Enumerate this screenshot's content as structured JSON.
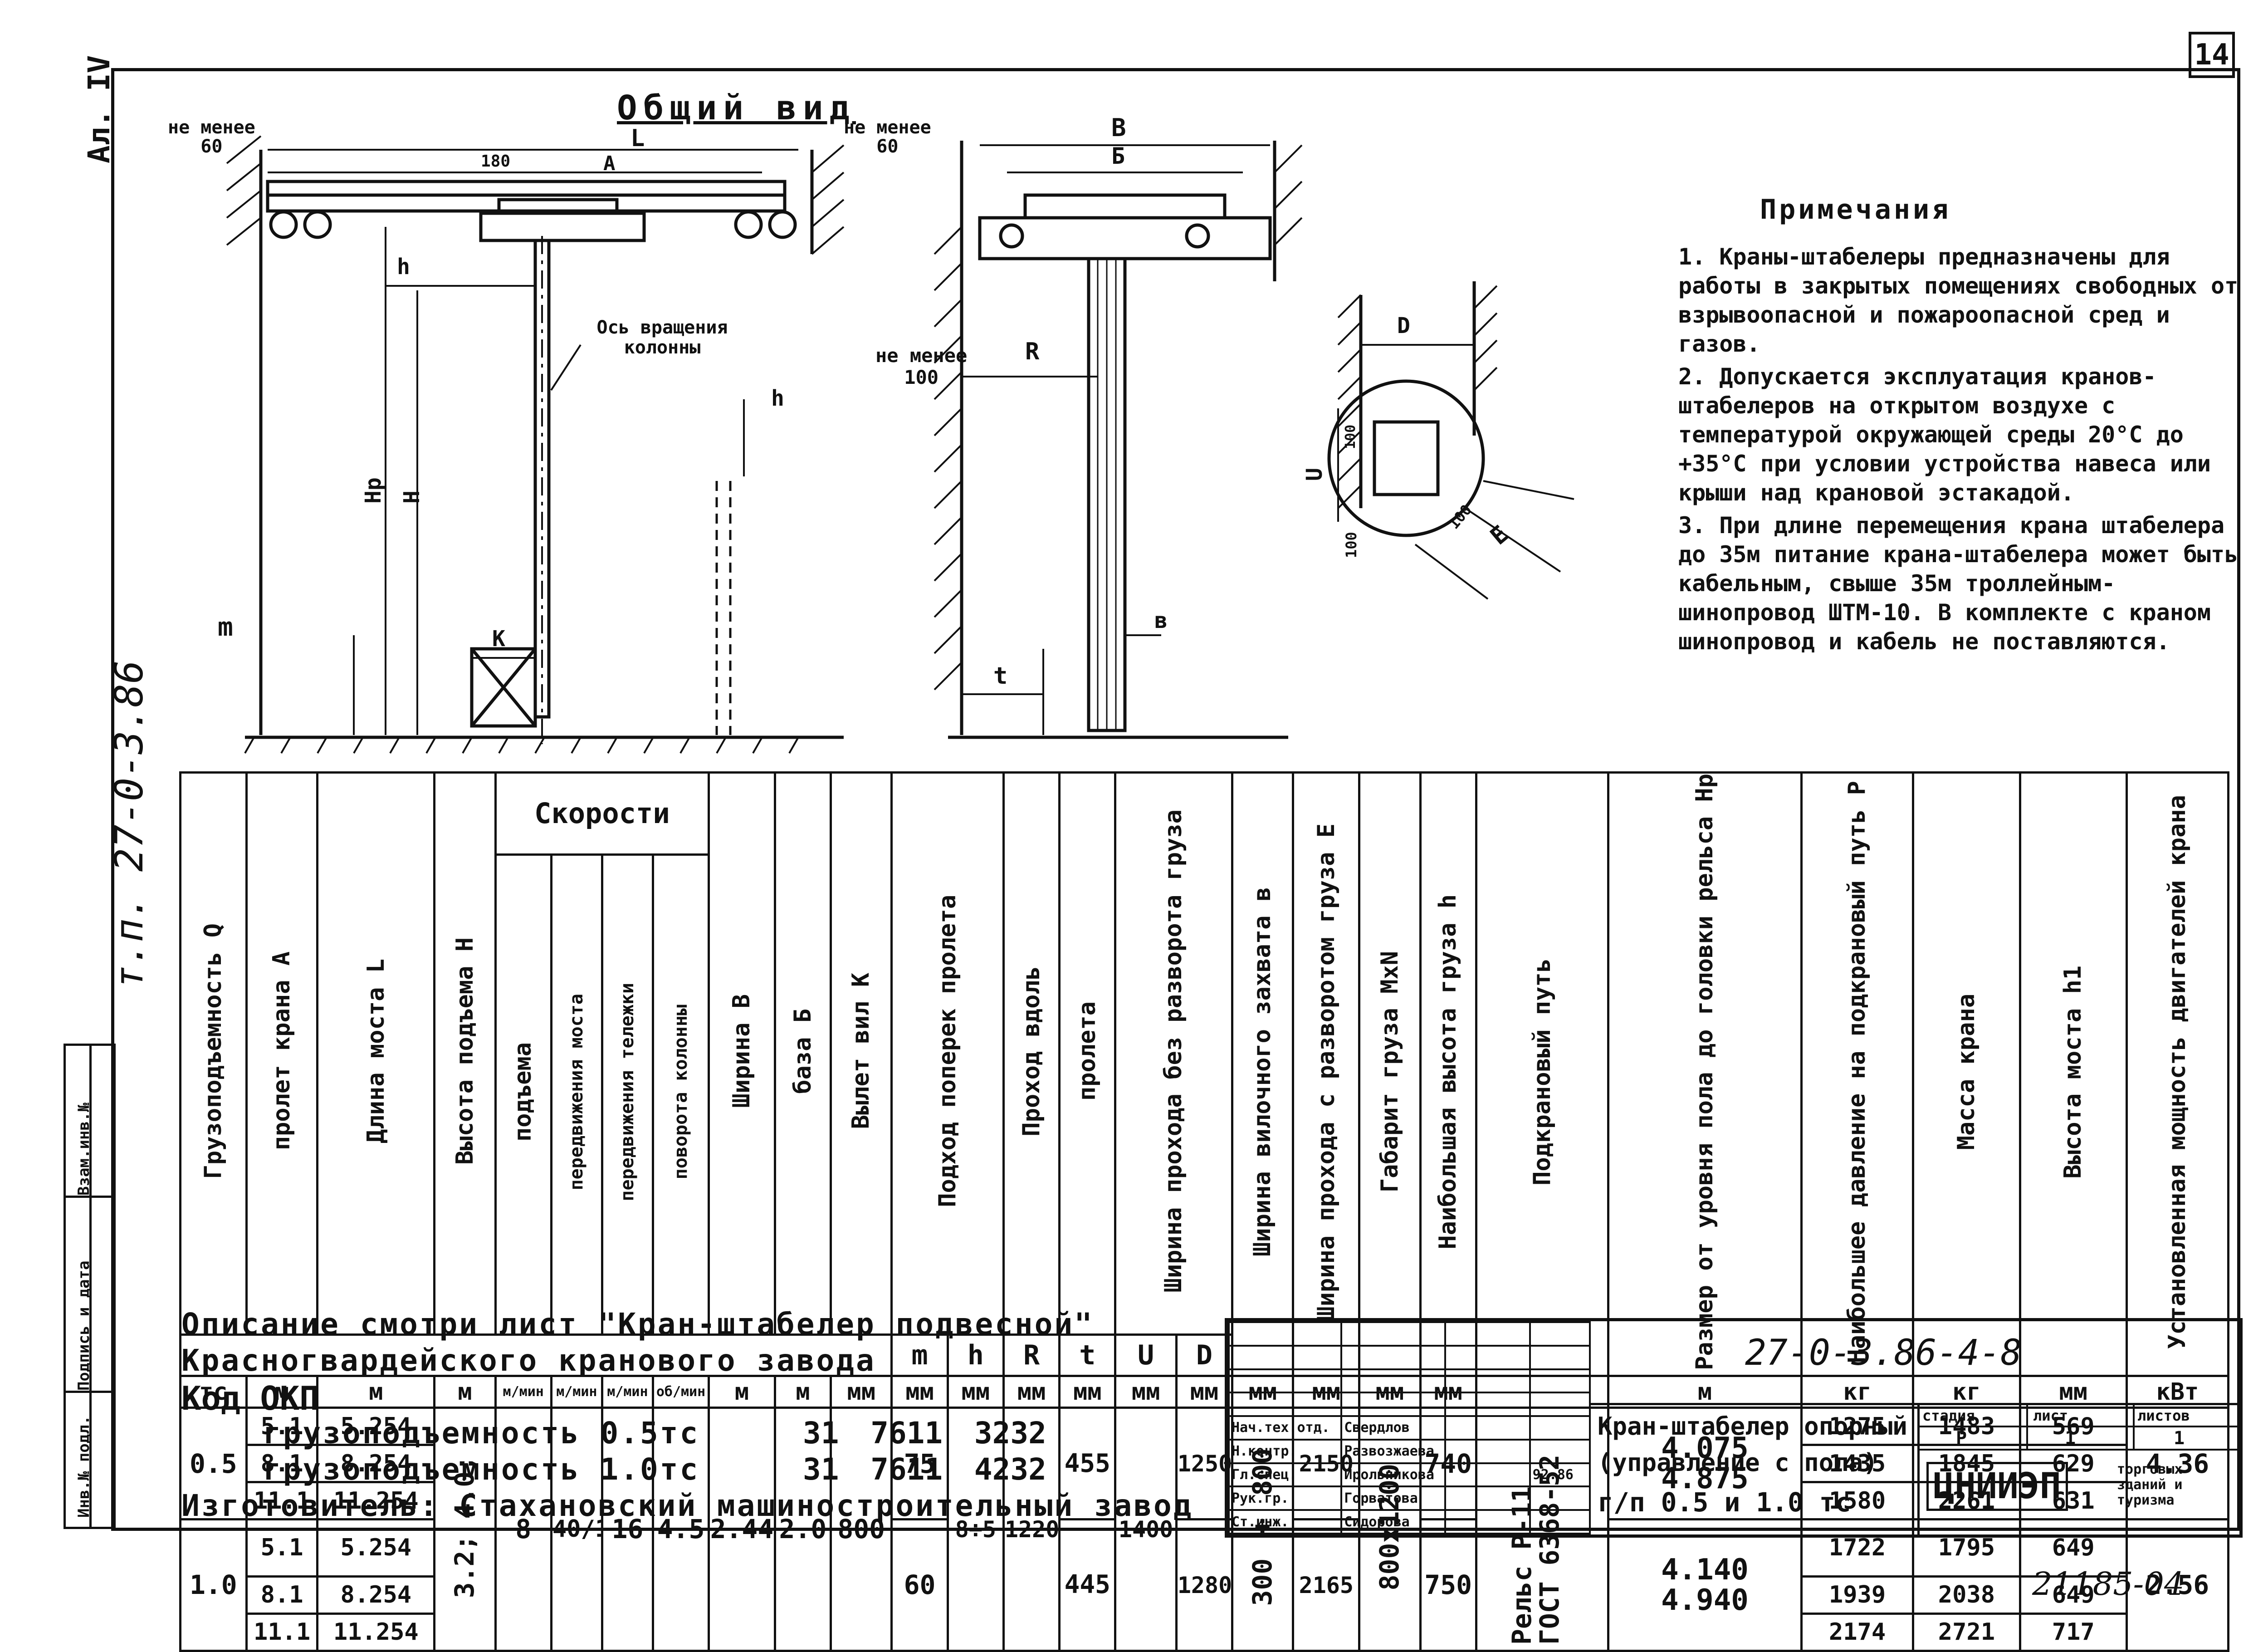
{
  "sheet": {
    "page_number": "14",
    "album": "Ал. IV",
    "side_code": "т.п. 27-0-3.86",
    "bottom_archive_no": "21185-04"
  },
  "drawing": {
    "title": "Общий вид",
    "labels": {
      "not_less_left": "не менее",
      "not_less_left_val": "60",
      "not_less_right": "не менее",
      "not_less_right_val": "60",
      "dim_180": "180",
      "dim_L": "L",
      "dim_A": "A",
      "axis_label": "Ось вращения колонны",
      "hp": "Hр",
      "h_cap": "H",
      "h_small": "h",
      "h_bridge": "h",
      "m": "m",
      "k": "K",
      "not_less_mid": "не менее",
      "not_less_mid_val": "100",
      "R": "R",
      "B_top": "B",
      "B_sub": "Б",
      "t": "t",
      "b_small": "в",
      "D": "D",
      "U": "U",
      "E": "E",
      "d100a": "100",
      "d100b": "100",
      "d100c": "100"
    }
  },
  "notes": {
    "title": "Примечания",
    "items": [
      "1. Краны-штабелеры предназначены для работы в закрытых помещениях свободных от взрывоопасной и пожароопасной сред и газов.",
      "2. Допускается эксплуатация кранов-штабелеров на открытом воздухе с температурой окружающей среды 20°С до +35°С при условии устройства навеса или крыши над крановой эстакадой.",
      "3. При длине перемещения крана штабелера до 35м питание крана-штабелера может быть кабельным, свыше 35м троллейным-шинопровод ШТМ-10. В комплекте с краном шинопровод и кабель не поставляются."
    ]
  },
  "table": {
    "headers": {
      "capacity": "Грузоподъемность Q",
      "span": "пролет крана A",
      "bridge_len": "Длина моста L",
      "lift_height": "Высота подъема H",
      "speeds": "Скорости",
      "sp_lift": "подъема",
      "sp_bridge": "передвижения моста",
      "sp_trolley": "передвижения тележки",
      "sp_rotate": "поворота колонны",
      "width_B": "Ширина B",
      "base_B": "база Б",
      "reach_K": "Вылет вил K",
      "approach": "Подход поперек пролета",
      "approach_m": "m",
      "approach_h": "h",
      "along": "Проход вдоль",
      "along_r": "R",
      "span_pass": "пролета",
      "span_t": "t",
      "passage": "Ширина прохода без разворота груза",
      "passage_u": "U",
      "passage_d": "D",
      "fork": "Ширина вилочного захвата в",
      "pass_turn": "Ширина прохода с разворотом груза E",
      "load_dim": "Габарит груза МxN",
      "max_height": "Наибольшая высота груза h",
      "rail": "Подкрановый путь",
      "floor_rail": "Размер от уровня пола до головки рельса Hр",
      "wheel": "Наибольшее давление на подкрановый путь P",
      "mass": "Масса крана",
      "bridge_h": "Высота моста h1",
      "power": "Установленная мощность двигателей крана"
    },
    "units": {
      "capacity": "тс",
      "span": "м",
      "bridge_len": "м",
      "lift_height": "м",
      "sp_lift": "м/мин",
      "sp_bridge": "м/мин",
      "sp_trolley": "м/мин",
      "sp_rotate": "об/мин",
      "width_B": "м",
      "base_B": "м",
      "reach_K": "мм",
      "approach_m": "мм",
      "approach_h": "мм",
      "along_r": "мм",
      "span_t": "мм",
      "passage_u": "мм",
      "passage_d": "мм",
      "fork": "мм",
      "pass_turn": "мм",
      "load_dim": "мм",
      "max_height": "мм",
      "floor_rail": "м",
      "wheel": "кг",
      "mass": "кг",
      "bridge_h": "мм",
      "power": "кВт"
    },
    "shared": {
      "lift_height": "3.2; 4.0;",
      "sp_lift": "8",
      "sp_bridge": "40/10",
      "sp_trolley": "16",
      "sp_rotate": "4.5",
      "width_B": "2.44",
      "base_B": "2.0",
      "reach_K": "800",
      "approach_h": "8÷5",
      "along_r": "1220",
      "passage_u": "1400",
      "fork": "300 ÷ 800",
      "load_dim": "800x1200",
      "rail": "Рельс Р-11 ГОСТ 6368-52"
    },
    "groups": [
      {
        "capacity": "0.5",
        "approach_m": "75",
        "span_t": "455",
        "passage_d": "1250",
        "pass_turn": "2150",
        "max_height": "740",
        "floor_rail": [
          "4.075",
          "4.875"
        ],
        "power": "4.36",
        "rows": [
          {
            "span": "5.1",
            "bridge_len": "5.254",
            "wheel": "1275",
            "mass": "1483",
            "bridge_h": "569"
          },
          {
            "span": "8.1",
            "bridge_len": "8.254",
            "wheel": "1435",
            "mass": "1845",
            "bridge_h": "629"
          },
          {
            "span": "11.1",
            "bridge_len": "11.254",
            "wheel": "1580",
            "mass": "2261",
            "bridge_h": "631"
          }
        ]
      },
      {
        "capacity": "1.0",
        "approach_m": "60",
        "span_t": "445",
        "passage_d": "1280",
        "pass_turn": "2165",
        "max_height": "750",
        "floor_rail": [
          "4.140",
          "4.940"
        ],
        "power": "2.56",
        "rows": [
          {
            "span": "5.1",
            "bridge_len": "5.254",
            "wheel": "1722",
            "mass": "1795",
            "bridge_h": "649"
          },
          {
            "span": "8.1",
            "bridge_len": "8.254",
            "wheel": "1939",
            "mass": "2038",
            "bridge_h": "649"
          },
          {
            "span": "11.1",
            "bridge_len": "11.254",
            "wheel": "2174",
            "mass": "2721",
            "bridge_h": "717"
          }
        ]
      }
    ]
  },
  "description": {
    "line1": "Описание смотри лист \"Кран-штабелер подвесной\"",
    "line2": "Красногвардейского кранового завода",
    "okp_title": "Код ОКП",
    "okp1_label": "грузоподъемность 0.5тс",
    "okp1_code": "31 7611 3232",
    "okp2_label": "грузоподъемность 1.0тс",
    "okp2_code": "31 7611 4232",
    "maker": "Изготовитель: Стахановский машиностроительный завод"
  },
  "stamp": {
    "doc_code": "27-0-3.86-4-8",
    "title_line1": "Кран-штабелер опорный",
    "title_line2": "(управление с пола)",
    "title_line3": "г/п 0.5 и 1.0 тс",
    "stage_label": "стадия",
    "sheet_label": "лист",
    "sheets_label": "листов",
    "stage_val": "Р",
    "sheet_val": "1",
    "sheets_val": "1",
    "org": "ЦНИИЭП",
    "org_sub": "торговых зданий и туризма",
    "date": "92.86",
    "roles": [
      {
        "role": "Нач.тех.отд.",
        "name": "Свердлов"
      },
      {
        "role": "Н.контр.",
        "name": "Развозжаева"
      },
      {
        "role": "Гл.спец.",
        "name": "Ирольникова"
      },
      {
        "role": "Рук.гр.",
        "name": "Горватова"
      },
      {
        "role": "Ст.инж.",
        "name": "Сидорова"
      }
    ],
    "left_side": {
      "inv_orig": "Инв.№ подл.",
      "sign_date": "Подпись и дата",
      "inv_repl": "Взам.инв.№"
    }
  },
  "colors": {
    "ink": "#111111",
    "paper": "#ffffff"
  }
}
